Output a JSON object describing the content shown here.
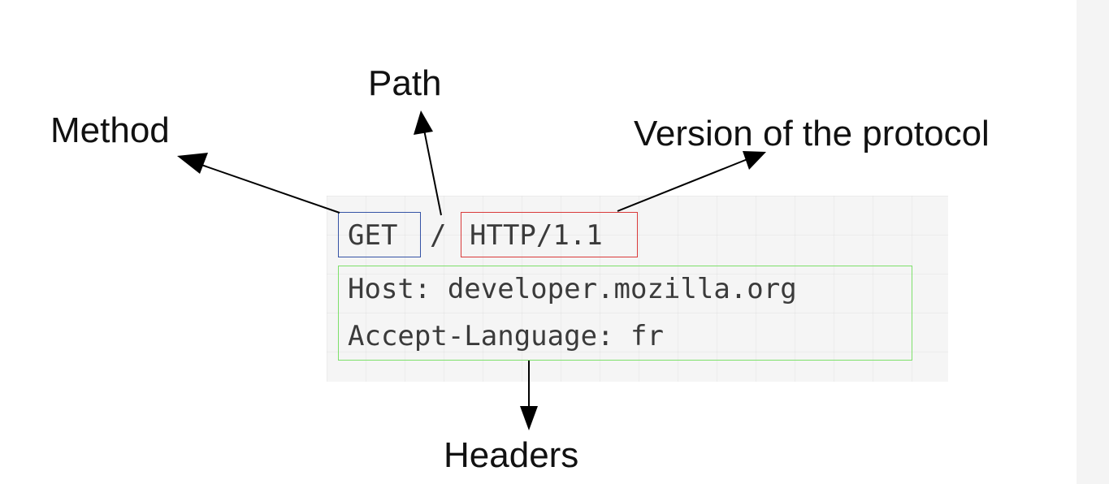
{
  "labels": {
    "method": "Method",
    "path": "Path",
    "version": "Version of the protocol",
    "headers": "Headers"
  },
  "request": {
    "method": "GET",
    "separator": "/",
    "version": "HTTP/1.1",
    "header_lines": [
      "Host: developer.mozilla.org",
      "Accept-Language: fr"
    ]
  },
  "colors": {
    "method_box": "#3553a5",
    "version_box": "#d93a3a",
    "headers_box": "#7de06a"
  }
}
